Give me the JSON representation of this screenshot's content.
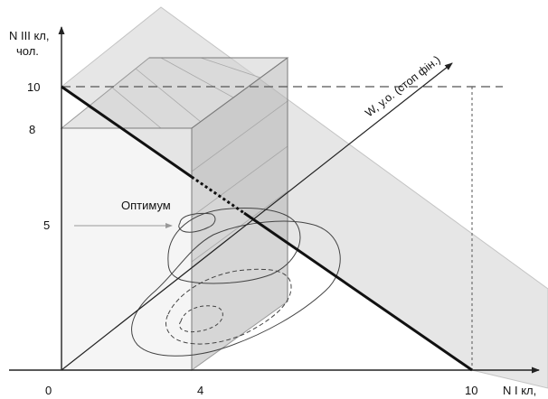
{
  "axes": {
    "y_label_line1": "N III кл,",
    "y_label_line2": "чол.",
    "x_label": "N I кл,",
    "w_label": "W, у.о. (стоп фін.)"
  },
  "ticks": {
    "x_origin": "0",
    "x_4": "4",
    "x_10": "10",
    "y_10": "10",
    "y_8": "8",
    "y_5": "5"
  },
  "annotation": {
    "optimum": "Оптимум"
  }
}
